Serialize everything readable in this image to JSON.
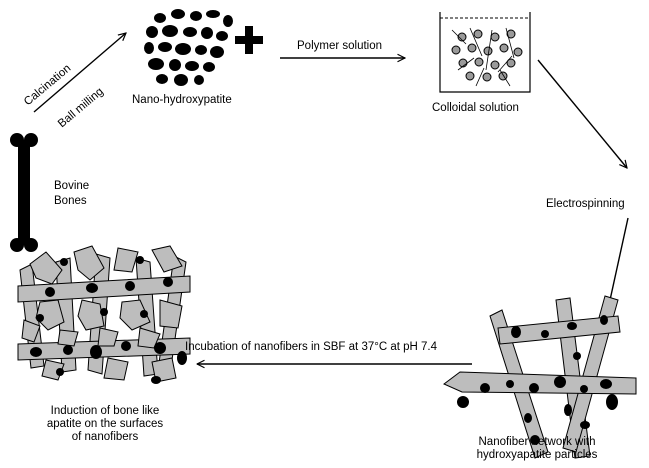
{
  "labels": {
    "calcination": "Calcination",
    "ball_milling": "Ball milling",
    "nano_ha": "Nano-hydroxypatite",
    "plus": "+",
    "polymer_solution": "Polymer solution",
    "colloidal_solution": "Colloidal solution",
    "bovine": "Bovine",
    "bones": "Bones",
    "electrospinning": "Electrospinning",
    "incubation": "Incubation of nanofibers in SBF at 37°C at pH 7.4",
    "induction_1": "Induction of bone like",
    "induction_2": "apatite on the surfaces",
    "induction_3": "of nanofibers",
    "network_1": "Nanofiber network with",
    "network_2": "hydroxyapatite particles"
  }
}
